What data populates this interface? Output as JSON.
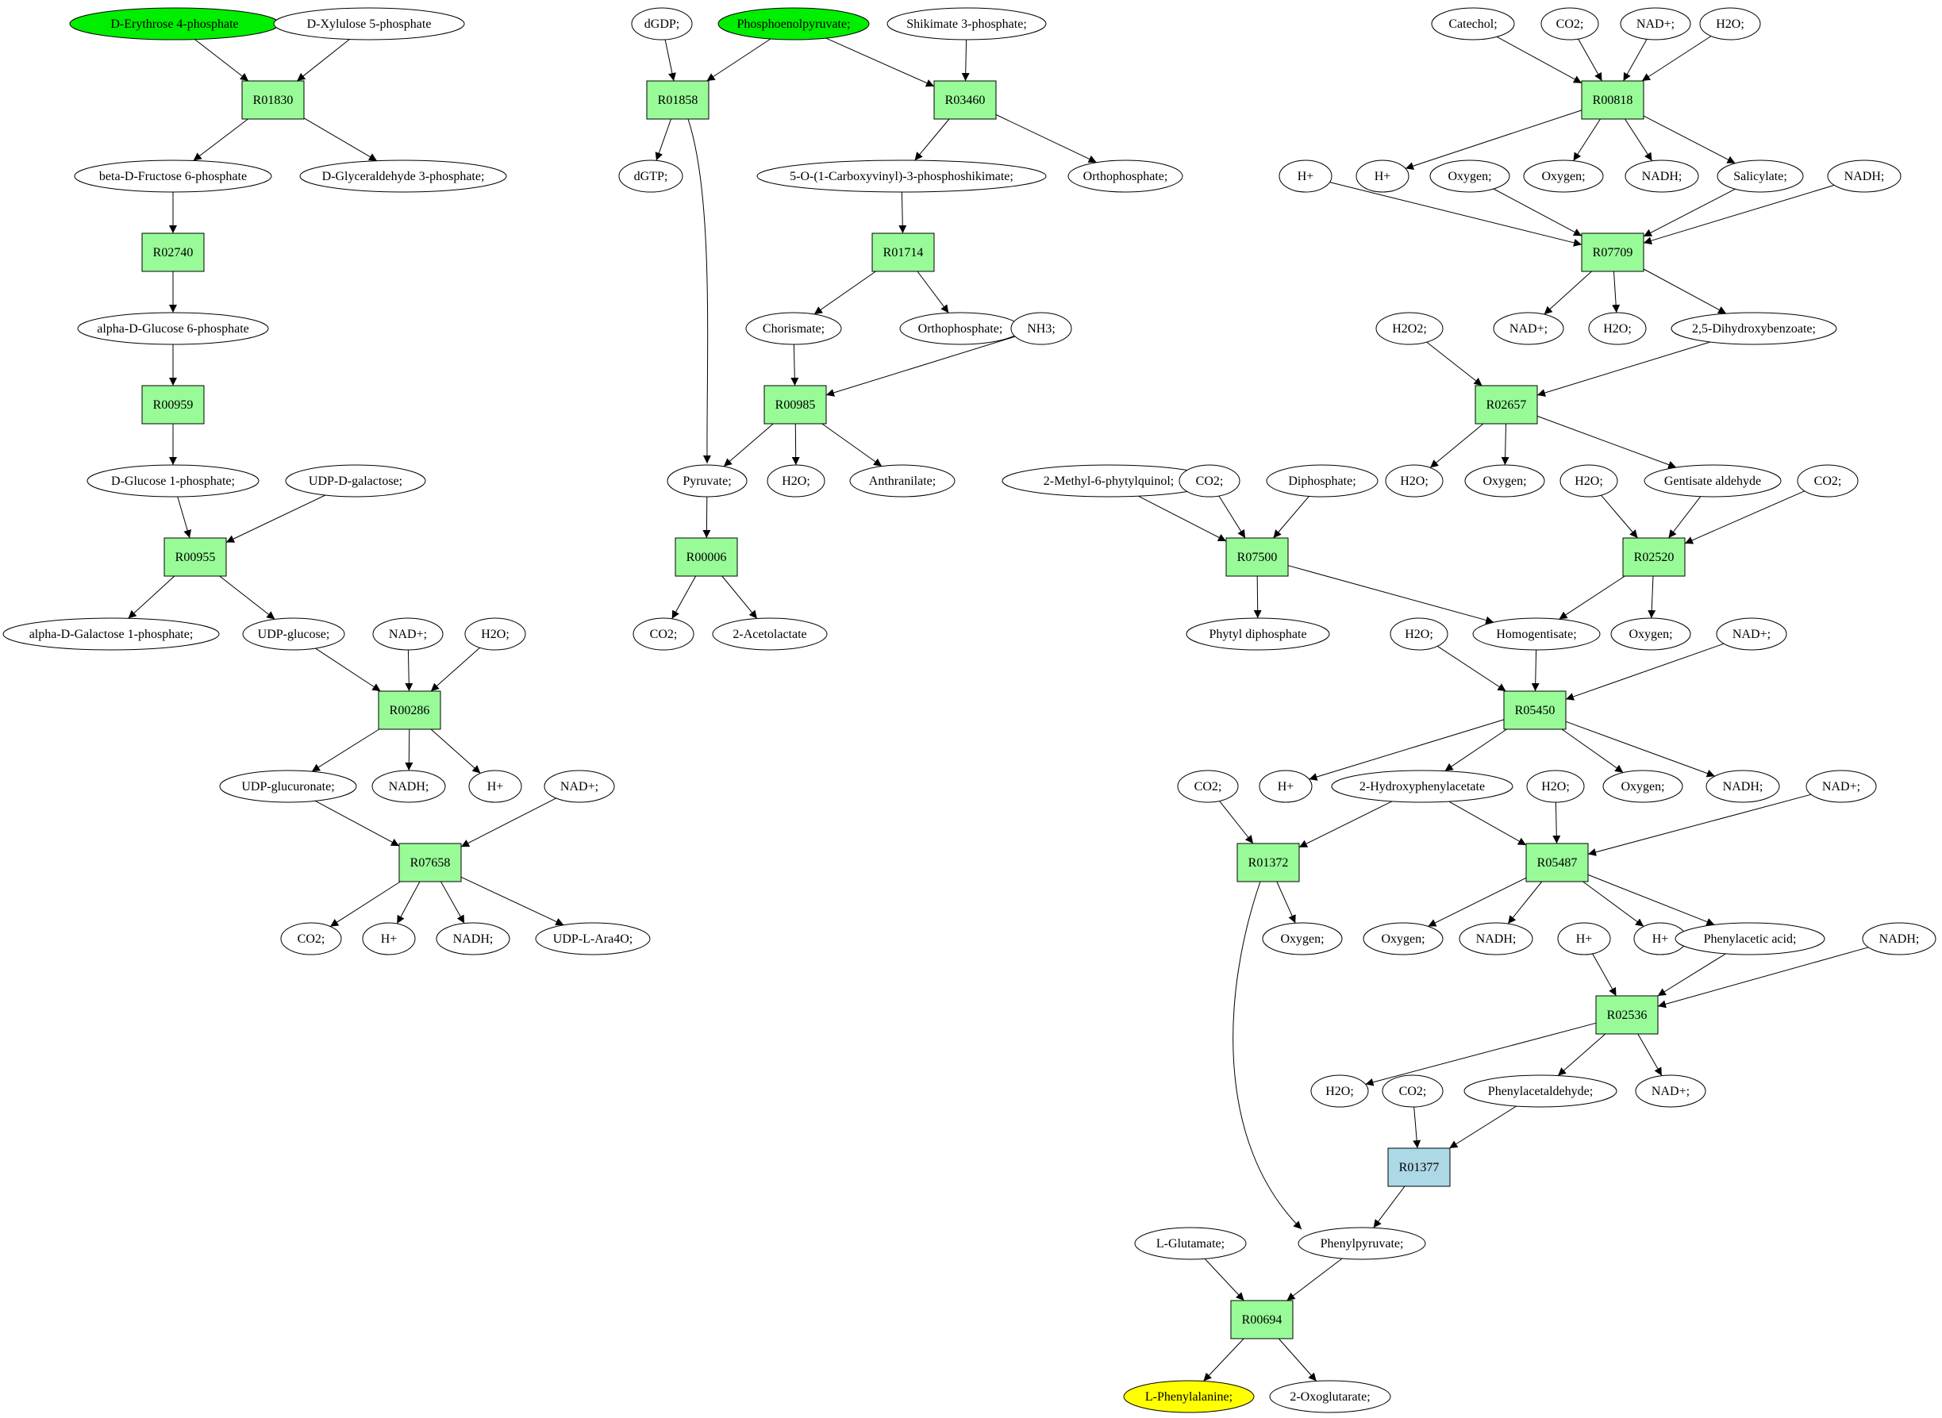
{
  "colors": {
    "start": "#00ee00",
    "reaction": "#98fb98",
    "special_reaction": "#add8e6",
    "target": "#ffff00",
    "normal": "#ffffff"
  },
  "compounds": [
    {
      "id": "c_e4p",
      "label": "D-Erythrose 4-phosphate",
      "kind": "start"
    },
    {
      "id": "c_x5p",
      "label": "D-Xylulose 5-phosphate"
    },
    {
      "id": "c_f6p",
      "label": "beta-D-Fructose 6-phosphate"
    },
    {
      "id": "c_g3p",
      "label": "D-Glyceraldehyde 3-phosphate;"
    },
    {
      "id": "c_g6p",
      "label": "alpha-D-Glucose 6-phosphate"
    },
    {
      "id": "c_g1p",
      "label": "D-Glucose 1-phosphate;"
    },
    {
      "id": "c_udpgal",
      "label": "UDP-D-galactose;"
    },
    {
      "id": "c_gal1p",
      "label": "alpha-D-Galactose 1-phosphate;"
    },
    {
      "id": "c_udpglc",
      "label": "UDP-glucose;"
    },
    {
      "id": "c_nad_286",
      "label": "NAD+;"
    },
    {
      "id": "c_h2o_286",
      "label": "H2O;"
    },
    {
      "id": "c_udpgca",
      "label": "UDP-glucuronate;"
    },
    {
      "id": "c_nadh_286",
      "label": "NADH;"
    },
    {
      "id": "c_h_286",
      "label": "H+"
    },
    {
      "id": "c_nad_7658",
      "label": "NAD+;"
    },
    {
      "id": "c_co2_7658",
      "label": "CO2;"
    },
    {
      "id": "c_h_7658",
      "label": "H+"
    },
    {
      "id": "c_nadh_7658",
      "label": "NADH;"
    },
    {
      "id": "c_udpara",
      "label": "UDP-L-Ara4O;"
    },
    {
      "id": "c_dgdp",
      "label": "dGDP;"
    },
    {
      "id": "c_pep",
      "label": "Phosphoenolpyruvate;",
      "kind": "start"
    },
    {
      "id": "c_s3p",
      "label": "Shikimate 3-phosphate;"
    },
    {
      "id": "c_dgtp",
      "label": "dGTP;"
    },
    {
      "id": "c_epsp",
      "label": "5-O-(1-Carboxyvinyl)-3-phosphoshikimate;"
    },
    {
      "id": "c_pi_3460",
      "label": "Orthophosphate;"
    },
    {
      "id": "c_chor",
      "label": "Chorismate;"
    },
    {
      "id": "c_pi_1714",
      "label": "Orthophosphate;"
    },
    {
      "id": "c_nh3",
      "label": "NH3;"
    },
    {
      "id": "c_pyr",
      "label": "Pyruvate;"
    },
    {
      "id": "c_h2o_985",
      "label": "H2O;"
    },
    {
      "id": "c_anth",
      "label": "Anthranilate;"
    },
    {
      "id": "c_co2_6",
      "label": "CO2;"
    },
    {
      "id": "c_acetolac",
      "label": "2-Acetolactate"
    },
    {
      "id": "c_catechol",
      "label": "Catechol;"
    },
    {
      "id": "c_co2_818",
      "label": "CO2;"
    },
    {
      "id": "c_nad_818",
      "label": "NAD+;"
    },
    {
      "id": "c_h2o_818",
      "label": "H2O;"
    },
    {
      "id": "c_h_a",
      "label": "H+"
    },
    {
      "id": "c_h_b",
      "label": "H+"
    },
    {
      "id": "c_oxy_a",
      "label": "Oxygen;"
    },
    {
      "id": "c_oxy_b",
      "label": "Oxygen;"
    },
    {
      "id": "c_nadh_818",
      "label": "NADH;"
    },
    {
      "id": "c_salic",
      "label": "Salicylate;"
    },
    {
      "id": "c_nadh_7709",
      "label": "NADH;"
    },
    {
      "id": "c_nad_7709",
      "label": "NAD+;"
    },
    {
      "id": "c_h2o_7709",
      "label": "H2O;"
    },
    {
      "id": "c_dhb",
      "label": "2,5-Dihydroxybenzoate;"
    },
    {
      "id": "c_h2o2",
      "label": "H2O2;"
    },
    {
      "id": "c_h2o_2657",
      "label": "H2O;"
    },
    {
      "id": "c_oxy_2657",
      "label": "Oxygen;"
    },
    {
      "id": "c_h2o_2520",
      "label": "H2O;"
    },
    {
      "id": "c_gentald",
      "label": "Gentisate aldehyde"
    },
    {
      "id": "c_co2_2520",
      "label": "CO2;"
    },
    {
      "id": "c_mpq",
      "label": "2-Methyl-6-phytylquinol;"
    },
    {
      "id": "c_co2_7500",
      "label": "CO2;"
    },
    {
      "id": "c_ppi",
      "label": "Diphosphate;"
    },
    {
      "id": "c_phytpp",
      "label": "Phytyl diphosphate"
    },
    {
      "id": "c_h2o_5450",
      "label": "H2O;"
    },
    {
      "id": "c_hga",
      "label": "Homogentisate;"
    },
    {
      "id": "c_oxy_2520",
      "label": "Oxygen;"
    },
    {
      "id": "c_nad_5450",
      "label": "NAD+;"
    },
    {
      "id": "c_co2_1372",
      "label": "CO2;"
    },
    {
      "id": "c_h_5450",
      "label": "H+"
    },
    {
      "id": "c_2hpa",
      "label": "2-Hydroxyphenylacetate"
    },
    {
      "id": "c_h2o_5487",
      "label": "H2O;"
    },
    {
      "id": "c_oxy_5450",
      "label": "Oxygen;"
    },
    {
      "id": "c_nadh_5450",
      "label": "NADH;"
    },
    {
      "id": "c_nad_5487",
      "label": "NAD+;"
    },
    {
      "id": "c_oxy_1372",
      "label": "Oxygen;"
    },
    {
      "id": "c_oxy_5487",
      "label": "Oxygen;"
    },
    {
      "id": "c_nadh_5487",
      "label": "NADH;"
    },
    {
      "id": "c_h_2536in",
      "label": "H+"
    },
    {
      "id": "c_h_5487",
      "label": "H+"
    },
    {
      "id": "c_phac",
      "label": "Phenylacetic acid;"
    },
    {
      "id": "c_nadh_2536",
      "label": "NADH;"
    },
    {
      "id": "c_h2o_2536",
      "label": "H2O;"
    },
    {
      "id": "c_co2_1377",
      "label": "CO2;"
    },
    {
      "id": "c_phacald",
      "label": "Phenylacetaldehyde;"
    },
    {
      "id": "c_nad_2536",
      "label": "NAD+;"
    },
    {
      "id": "c_lglu",
      "label": "L-Glutamate;"
    },
    {
      "id": "c_phpyr",
      "label": "Phenylpyruvate;"
    },
    {
      "id": "c_lphe",
      "label": "L-Phenylalanine;",
      "kind": "target"
    },
    {
      "id": "c_2og",
      "label": "2-Oxoglutarate;"
    }
  ],
  "reactions": [
    {
      "id": "r01830",
      "label": "R01830"
    },
    {
      "id": "r02740",
      "label": "R02740"
    },
    {
      "id": "r00959",
      "label": "R00959"
    },
    {
      "id": "r00955",
      "label": "R00955"
    },
    {
      "id": "r00286",
      "label": "R00286"
    },
    {
      "id": "r07658",
      "label": "R07658"
    },
    {
      "id": "r01858",
      "label": "R01858"
    },
    {
      "id": "r03460",
      "label": "R03460"
    },
    {
      "id": "r01714",
      "label": "R01714"
    },
    {
      "id": "r00985",
      "label": "R00985"
    },
    {
      "id": "r00006",
      "label": "R00006"
    },
    {
      "id": "r00818",
      "label": "R00818"
    },
    {
      "id": "r07709",
      "label": "R07709"
    },
    {
      "id": "r02657",
      "label": "R02657"
    },
    {
      "id": "r07500",
      "label": "R07500"
    },
    {
      "id": "r02520",
      "label": "R02520"
    },
    {
      "id": "r05450",
      "label": "R05450"
    },
    {
      "id": "r01372",
      "label": "R01372"
    },
    {
      "id": "r05487",
      "label": "R05487"
    },
    {
      "id": "r02536",
      "label": "R02536"
    },
    {
      "id": "r01377",
      "label": "R01377",
      "kind": "special"
    },
    {
      "id": "r00694",
      "label": "R00694"
    }
  ],
  "edges": [
    [
      "c_e4p",
      "r01830"
    ],
    [
      "c_x5p",
      "r01830"
    ],
    [
      "r01830",
      "c_f6p"
    ],
    [
      "r01830",
      "c_g3p"
    ],
    [
      "c_f6p",
      "r02740"
    ],
    [
      "r02740",
      "c_g6p"
    ],
    [
      "c_g6p",
      "r00959"
    ],
    [
      "r00959",
      "c_g1p"
    ],
    [
      "c_g1p",
      "r00955"
    ],
    [
      "c_udpgal",
      "r00955"
    ],
    [
      "r00955",
      "c_gal1p"
    ],
    [
      "r00955",
      "c_udpglc"
    ],
    [
      "c_udpglc",
      "r00286"
    ],
    [
      "c_nad_286",
      "r00286"
    ],
    [
      "c_h2o_286",
      "r00286"
    ],
    [
      "r00286",
      "c_udpgca"
    ],
    [
      "r00286",
      "c_nadh_286"
    ],
    [
      "r00286",
      "c_h_286"
    ],
    [
      "c_udpgca",
      "r07658"
    ],
    [
      "c_nad_7658",
      "r07658"
    ],
    [
      "r07658",
      "c_co2_7658"
    ],
    [
      "r07658",
      "c_h_7658"
    ],
    [
      "r07658",
      "c_nadh_7658"
    ],
    [
      "r07658",
      "c_udpara"
    ],
    [
      "c_dgdp",
      "r01858"
    ],
    [
      "c_pep",
      "r01858"
    ],
    [
      "r01858",
      "c_dgtp"
    ],
    [
      "r01858",
      "c_pyr"
    ],
    [
      "c_pep",
      "r03460"
    ],
    [
      "c_s3p",
      "r03460"
    ],
    [
      "r03460",
      "c_epsp"
    ],
    [
      "r03460",
      "c_pi_3460"
    ],
    [
      "c_epsp",
      "r01714"
    ],
    [
      "r01714",
      "c_chor"
    ],
    [
      "r01714",
      "c_pi_1714"
    ],
    [
      "c_chor",
      "r00985"
    ],
    [
      "c_nh3",
      "r00985"
    ],
    [
      "r00985",
      "c_pyr"
    ],
    [
      "r00985",
      "c_h2o_985"
    ],
    [
      "r00985",
      "c_anth"
    ],
    [
      "c_pyr",
      "r00006"
    ],
    [
      "r00006",
      "c_co2_6"
    ],
    [
      "r00006",
      "c_acetolac"
    ],
    [
      "c_catechol",
      "r00818"
    ],
    [
      "c_co2_818",
      "r00818"
    ],
    [
      "c_nad_818",
      "r00818"
    ],
    [
      "c_h2o_818",
      "r00818"
    ],
    [
      "r00818",
      "c_h_b"
    ],
    [
      "r00818",
      "c_oxy_b"
    ],
    [
      "r00818",
      "c_nadh_818"
    ],
    [
      "r00818",
      "c_salic"
    ],
    [
      "c_h_a",
      "r07709"
    ],
    [
      "c_oxy_a",
      "r07709"
    ],
    [
      "c_salic",
      "r07709"
    ],
    [
      "c_nadh_7709",
      "r07709"
    ],
    [
      "r07709",
      "c_nad_7709"
    ],
    [
      "r07709",
      "c_h2o_7709"
    ],
    [
      "r07709",
      "c_dhb"
    ],
    [
      "c_h2o2",
      "r02657"
    ],
    [
      "c_dhb",
      "r02657"
    ],
    [
      "r02657",
      "c_h2o_2657"
    ],
    [
      "r02657",
      "c_oxy_2657"
    ],
    [
      "r02657",
      "c_gentald"
    ],
    [
      "c_h2o_2520",
      "r02520"
    ],
    [
      "c_gentald",
      "r02520"
    ],
    [
      "c_co2_2520",
      "r02520"
    ],
    [
      "r02520",
      "c_hga"
    ],
    [
      "r02520",
      "c_oxy_2520"
    ],
    [
      "c_mpq",
      "r07500"
    ],
    [
      "c_co2_7500",
      "r07500"
    ],
    [
      "c_ppi",
      "r07500"
    ],
    [
      "r07500",
      "c_phytpp"
    ],
    [
      "r07500",
      "c_hga"
    ],
    [
      "c_h2o_5450",
      "r05450"
    ],
    [
      "c_hga",
      "r05450"
    ],
    [
      "c_nad_5450",
      "r05450"
    ],
    [
      "r05450",
      "c_h_5450"
    ],
    [
      "r05450",
      "c_2hpa"
    ],
    [
      "r05450",
      "c_oxy_5450"
    ],
    [
      "r05450",
      "c_nadh_5450"
    ],
    [
      "c_co2_1372",
      "r01372"
    ],
    [
      "c_2hpa",
      "r01372"
    ],
    [
      "r01372",
      "c_oxy_1372"
    ],
    [
      "r01372",
      "c_phpyr"
    ],
    [
      "c_2hpa",
      "r05487"
    ],
    [
      "c_h2o_5487",
      "r05487"
    ],
    [
      "c_nad_5487",
      "r05487"
    ],
    [
      "r05487",
      "c_oxy_5487"
    ],
    [
      "r05487",
      "c_nadh_5487"
    ],
    [
      "r05487",
      "c_h_5487"
    ],
    [
      "r05487",
      "c_phac"
    ],
    [
      "c_h_2536in",
      "r02536"
    ],
    [
      "c_phac",
      "r02536"
    ],
    [
      "c_nadh_2536",
      "r02536"
    ],
    [
      "r02536",
      "c_h2o_2536"
    ],
    [
      "r02536",
      "c_phacald"
    ],
    [
      "r02536",
      "c_nad_2536"
    ],
    [
      "c_co2_1377",
      "r01377"
    ],
    [
      "c_phacald",
      "r01377"
    ],
    [
      "r01377",
      "c_phpyr"
    ],
    [
      "c_lglu",
      "r00694"
    ],
    [
      "c_phpyr",
      "r00694"
    ],
    [
      "r00694",
      "c_lphe"
    ],
    [
      "r00694",
      "c_2og"
    ]
  ]
}
